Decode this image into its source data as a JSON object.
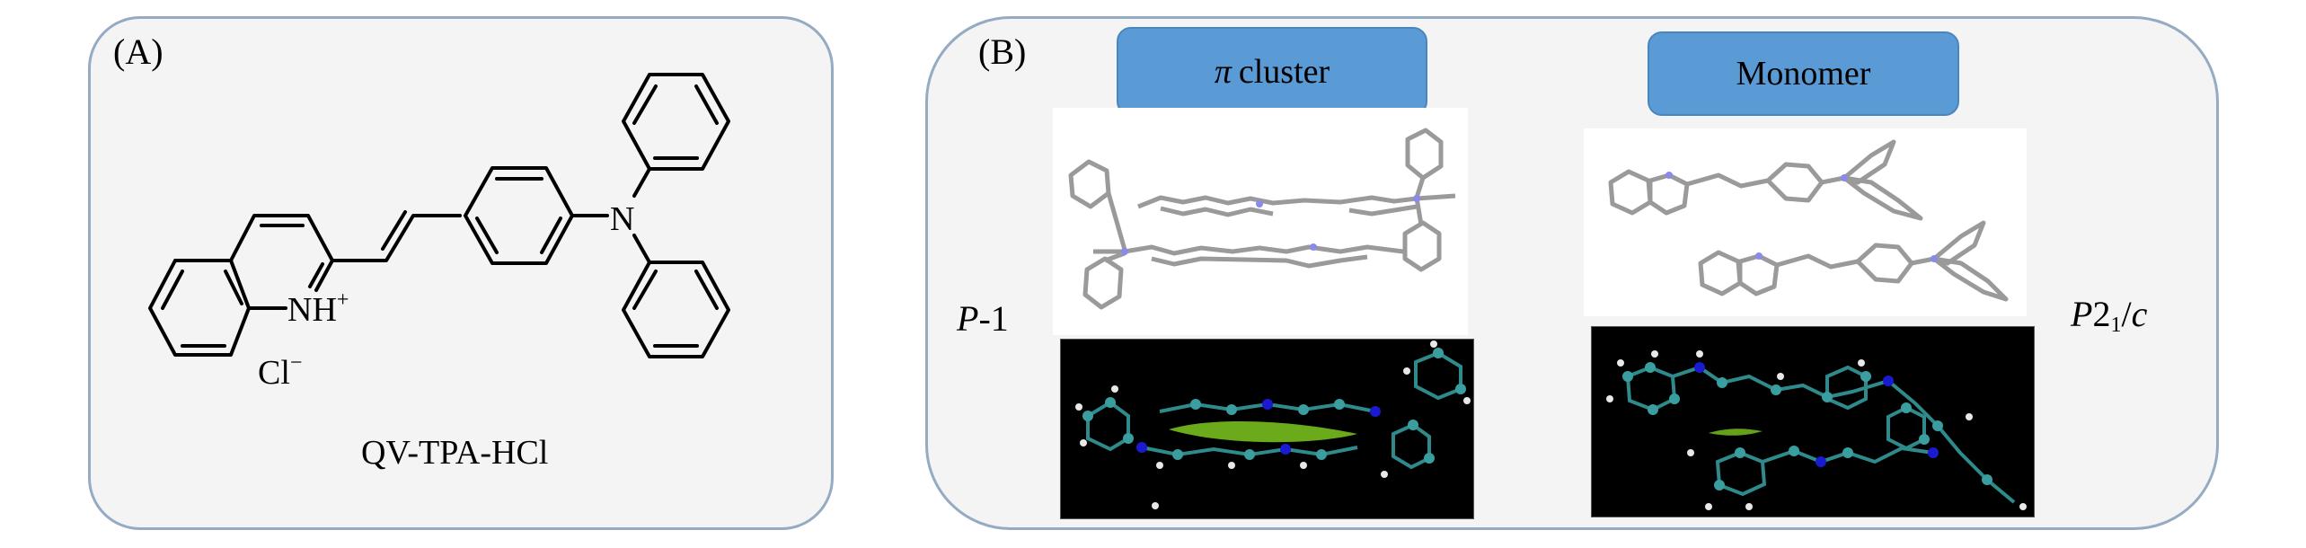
{
  "panel_a": {
    "label": "(A)",
    "compound_name": "QV-TPA-HCl",
    "atoms": {
      "protonated_n_main": "NH",
      "protonated_n_charge": "+",
      "amine_n": "N",
      "counterion_main": "Cl",
      "counterion_charge": "−"
    }
  },
  "panel_b": {
    "label": "(B)",
    "columns": [
      {
        "header_symbol": "π",
        "header_text": "cluster",
        "space_group_italic": "P",
        "space_group_rest": "-1",
        "space_group_sub": "",
        "space_group_tail": "",
        "top_image": "crystal-packing-stick-model-pi-cluster",
        "bottom_image": "igm-interaction-ball-and-stick-pi-cluster"
      },
      {
        "header_symbol": "",
        "header_text": "Monomer",
        "space_group_italic": "P",
        "space_group_rest": "2",
        "space_group_sub": "1",
        "space_group_tail": "c",
        "top_image": "crystal-packing-stick-model-monomer",
        "bottom_image": "igm-interaction-ball-and-stick-monomer"
      }
    ]
  },
  "colors": {
    "panel_fill": "#f4f4f4",
    "panel_border": "#95abc2",
    "header_blue": "#5b9bd5",
    "carbon_teal": "#3a9ea0",
    "nitrogen_blue": "#1a1ad0",
    "hydrogen_white": "#e8e8e8",
    "interaction_green": "#7ec820"
  }
}
